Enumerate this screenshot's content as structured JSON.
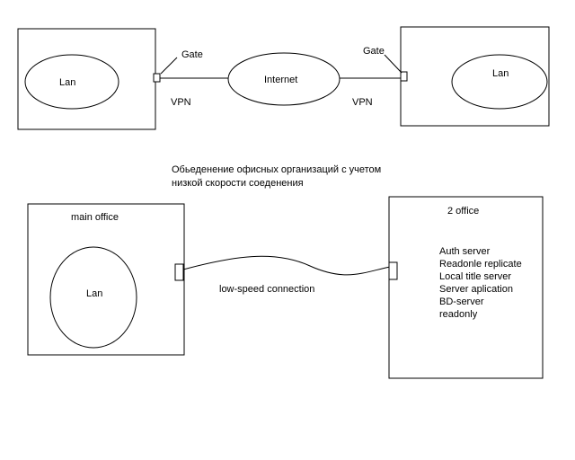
{
  "top": {
    "left_lan": "Lan",
    "right_lan": "Lan",
    "left_gate": "Gate",
    "right_gate": "Gate",
    "internet": "Internet",
    "left_vpn": "VPN",
    "right_vpn": "VPN"
  },
  "caption": {
    "line1": "Обьеденение офисных организаций с учетом",
    "line2": "низкой скорости соеденения"
  },
  "bottom": {
    "main_office_label": "main office",
    "main_office_lan": "Lan",
    "connection_label": "low-speed connection",
    "second_office_label": "2 office",
    "services": [
      "Auth server",
      "Readonle replicate",
      "Local title server",
      "Server aplication",
      "BD-server",
      "readonly"
    ]
  },
  "colors": {
    "stroke": "#000000",
    "background": "#ffffff"
  }
}
